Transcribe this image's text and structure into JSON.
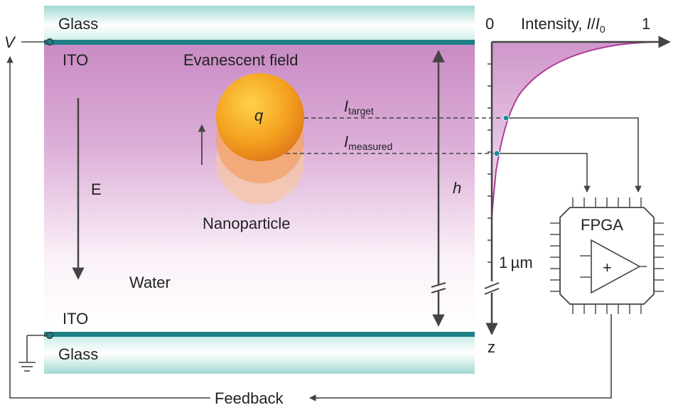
{
  "labels": {
    "glass_top": "Glass",
    "ito_top": "ITO",
    "voltage": "V",
    "evanescent_field": "Evanescent field",
    "charge": "q",
    "i_target_main": "I",
    "i_target_sub": "target",
    "i_measured_main": "I",
    "i_measured_sub": "measured",
    "e_field": "E",
    "height": "h",
    "nanoparticle": "Nanoparticle",
    "water": "Water",
    "ito_bottom": "ITO",
    "glass_bottom": "Glass",
    "feedback": "Feedback",
    "fpga": "FPGA",
    "amp_sign": "+",
    "scale": "1 µm"
  },
  "intensity_axis": {
    "tick_min": "0",
    "tick_max": "1",
    "title": "Intensity, ",
    "title_i": "I",
    "title_slash": "/",
    "title_i0": "I",
    "title_i0_sub": "0",
    "depth_label": "z"
  },
  "colors": {
    "evanescent": "#c98bc4",
    "ito": "#1e7f86",
    "glass": "#bfe6e2",
    "particle": "#f29a1e",
    "curve": "#b13a9a",
    "dot": "#1a8c9c",
    "line": "#444444"
  }
}
